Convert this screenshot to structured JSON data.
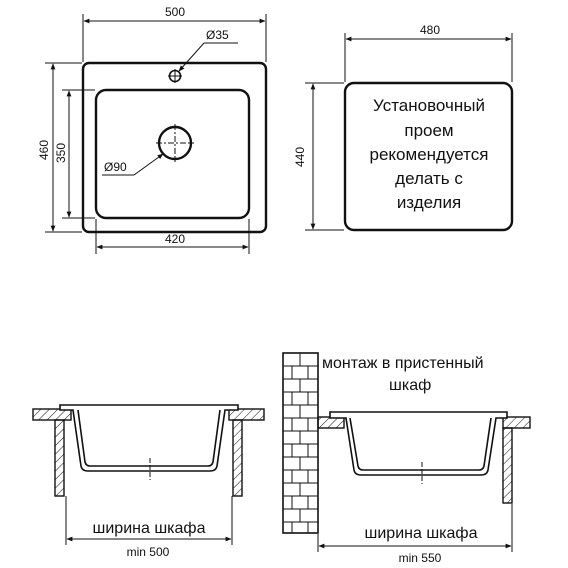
{
  "top_view": {
    "outer_width": "500",
    "inner_width": "420",
    "outer_height": "460",
    "inner_height": "350",
    "faucet_hole": "Ø35",
    "drain_hole": "Ø90"
  },
  "cutout": {
    "width": "480",
    "height": "440",
    "note_lines": [
      "Установочный",
      "проем",
      "рекомендуется",
      "делать с",
      "изделия"
    ]
  },
  "section_left": {
    "caption": "ширина шкафа",
    "min": "min 500"
  },
  "section_right": {
    "wall_note_lines": [
      "монтаж в пристенный",
      "шкаф"
    ],
    "caption": "ширина шкафа",
    "min": "min 550"
  }
}
